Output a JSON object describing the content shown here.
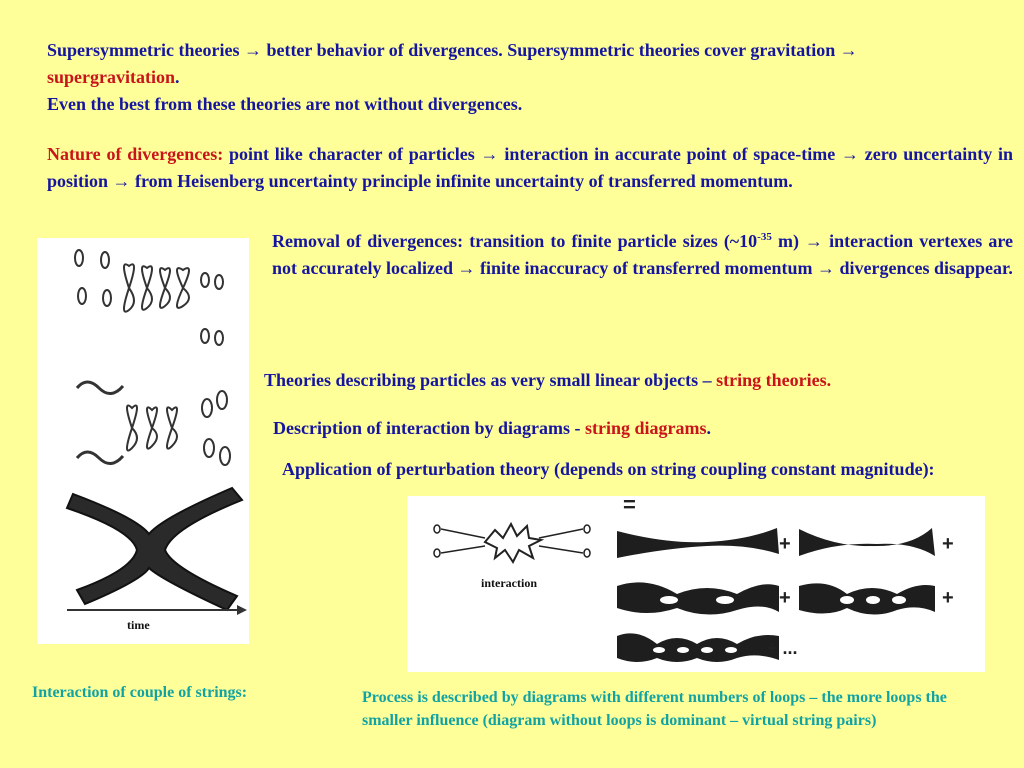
{
  "p1": {
    "a": "Supersymmetric theories → better behavior of divergences. Supersymmetric theories cover gravitation → ",
    "highlight": "supergravitation",
    "end": ".",
    "line2": "Even the best from these theories are not without divergences."
  },
  "p2": {
    "label": "Nature of divergences:",
    "text": " point like character of particles → interaction in accurate point of space-time → zero uncertainty in position → from Heisenberg uncertainty principle infinite uncertainty of transferred momentum."
  },
  "p3": {
    "a": "Removal of divergences: transition to finite particle sizes (~10",
    "exp": "-35",
    "b": " m) → interaction vertexes are not accurately localized → finite inaccuracy of transferred momentum → divergences disappear."
  },
  "p4": {
    "a": "Theories describing particles as very small linear objects – ",
    "highlight": "string theories."
  },
  "p5": {
    "a": "Description of interaction by diagrams - ",
    "highlight": "string diagrams",
    "end": "."
  },
  "p6": {
    "text": "Application of perturbation theory (depends on string coupling constant magnitude):"
  },
  "left_figure": {
    "time_label": "time"
  },
  "right_figure": {
    "interaction_label": "interaction",
    "eq": "=",
    "plus": "+",
    "ellipsis": "+ ..."
  },
  "caption_left": "Interaction of couple of strings:",
  "caption_right": "Process is described by diagrams with different numbers of loops – the more loops the smaller influence (diagram without loops is dominant – virtual string pairs)"
}
